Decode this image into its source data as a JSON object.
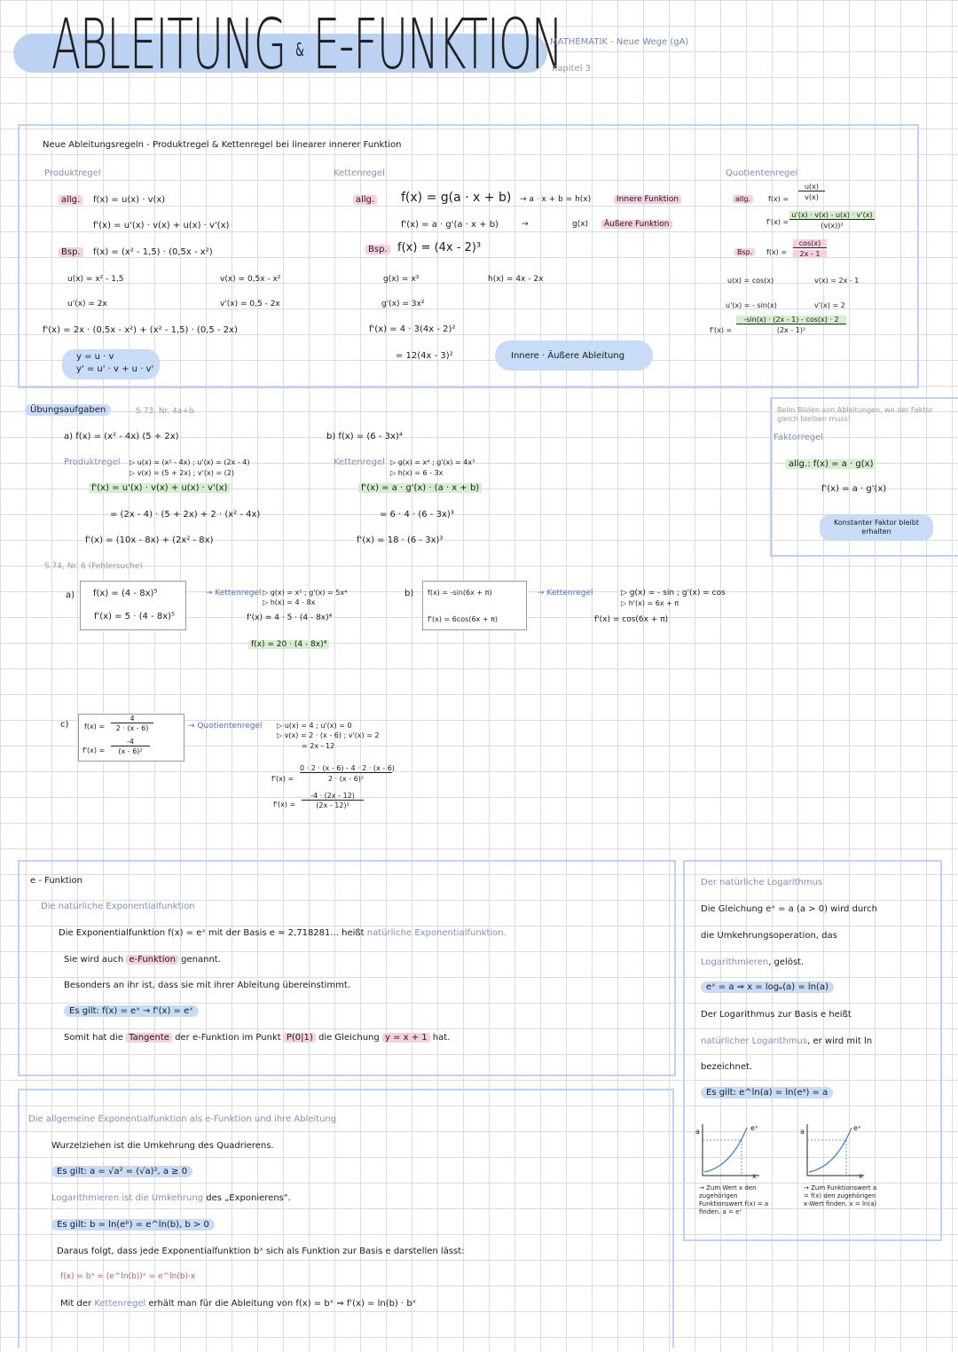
{
  "header": {
    "title": "ABLEITUNG",
    "ampersand": "&",
    "title2": "E-FUNKTION",
    "subject": "MATHEMATIK - Neue Wege (gA)",
    "chapter": "Kapitel 3"
  },
  "rules": {
    "heading": "Neue Ableitungsregeln - Produktregel & Kettenregel bei linearer innerer Funktion",
    "produkt": {
      "label": "Produktregel",
      "allg": "allg.",
      "f": "f(x) = u(x) · v(x)",
      "fp": "f'(x) = u'(x) · v(x) + u(x) · v'(x)",
      "bsp": "Bsp.",
      "bsp_f": "f(x) = (x² - 1,5) · (0,5x - x²)",
      "u": "u(x) = x² - 1,5",
      "v": "v(x) = 0,5x - x²",
      "up": "u'(x) = 2x",
      "vp": "v'(x) = 0,5 - 2x",
      "result": "f'(x) = 2x · (0,5x - x²) + (x² - 1,5) · (0,5 - 2x)",
      "formula1": "y = u · v",
      "formula2": "y' = u' · v + u · v'"
    },
    "kette": {
      "label": "Kettenregel",
      "allg": "allg.",
      "f": "f(x) = g(a · x + b)",
      "arrow1": "→ a · x + b = h(x)",
      "inner": "Innere Funktion",
      "fp": "f'(x) = a · g'(a · x + b)",
      "arrow2": "→",
      "gx": "g(x)",
      "outer": "Äußere Funktion",
      "bsp": "Bsp.",
      "bsp_f": "f(x) = (4x - 2)³",
      "g": "g(x) = x³",
      "h": "h(x) = 4x - 2x",
      "gp": "g'(x) = 3x²",
      "fp1": "f'(x) = 4 · 3(4x - 2)²",
      "fp2": "= 12(4x - 3)²",
      "tag": "Innere · Äußere Ableitung"
    },
    "quotient": {
      "label": "Quotientenregel",
      "allg": "allg.",
      "f_num": "u(x)",
      "f_den": "v(x)",
      "fp_num": "u'(x) · v(x) - u(x) · v'(x)",
      "fp_den": "(v(x))²",
      "bsp": "Bsp.",
      "bsp_num": "cos(x)",
      "bsp_den": "2x - 1",
      "u": "u(x) = cos(x)",
      "v": "v(x) = 2x - 1",
      "up": "u'(x) = - sin(x)",
      "vp": "v'(x) = 2",
      "r_num": "-sin(x) · (2x - 1) - cos(x) · 2",
      "r_den": "(2x - 1)²",
      "f_lhs": "f(x) =",
      "fp_lhs": "f'(x) =",
      "r_lhs": "f'(x) ="
    }
  },
  "uebung": {
    "heading": "Übungsaufgaben",
    "ref": "S.73, Nr. 4a+b",
    "a_f": "a) f(x) = (x² - 4x) (5 + 2x)",
    "a_rule": "Produktregel",
    "a_u": "▷ u(x) = (x² - 4x) ; u'(x) = (2x - 4)",
    "a_v": "▷ v(x) = (5 + 2x) ; v'(x) = (2)",
    "a_1": "f'(x) = u'(x) · v(x) + u(x) · v'(x)",
    "a_2": "= (2x - 4) · (5 + 2x) + 2 · (x² - 4x)",
    "a_3": "f'(x) = (10x - 8x) + (2x² - 8x)",
    "b_f": "b) f(x) = (6 - 3x)⁴",
    "b_rule": "Kettenregel",
    "b_g": "▷ g(x) = x⁴ ; g'(x) = 4x³",
    "b_h": "▷ h(x) = 6 - 3x",
    "b_1": "f'(x) = a · g'(x) · (a · x + b)",
    "b_2": "= 6 · 4 · (6 - 3x)³",
    "b_3": "f'(x) = 18 · (6 - 3x)³"
  },
  "fehler": {
    "ref": "S.74, Nr. 6 (Fehlersuche)",
    "a": "a)",
    "a_f": "f(x) = (4 - 8x)⁵",
    "a_fp": "f'(x) = 5 · (4 - 8x)⁵",
    "a_rule": "→ Kettenregel",
    "a_g": "▷ g(x) = x⁵ ; g'(x) = 5x⁴",
    "a_h": "▷ h(x) = 4 - 8x",
    "a_1": "f'(x) = 4 · 5 · (4 - 8x)⁴",
    "a_2": "f(x) = 20 · (4 - 8x)⁴",
    "b": "b)",
    "b_f": "f(x) = -sin(6x + π)",
    "b_fp": "f'(x) = 6cos(6x + π)",
    "b_rule": "→ Kettenregel",
    "b_g": "▷ g(x) = - sin ; g'(x) = cos",
    "b_h": "▷ h'(x) = 6x + π",
    "b_1": "f'(x) = cos(6x + π)",
    "c": "c)",
    "c_lhs": "f(x) =",
    "c_num": "4",
    "c_den": "2 · (x - 6)",
    "c_fp_lhs": "f'(x) =",
    "c_fp_num": "-4",
    "c_fp_den": "(x - 6)²",
    "c_rule": "→ Quotientenregel",
    "c_u": "▷ u(x) = 4 ; u'(x) = 0",
    "c_v": "▷ v(x) = 2 · (x - 6) ; v'(x) = 2",
    "c_v2": "= 2x - 12",
    "c_1_lhs": "f'(x) =",
    "c_1_num": "0 · 2 · (x - 6) - 4 · 2 · (x - 6)",
    "c_1_den": "2 · (x - 6)²",
    "c_2_lhs": "f'(x) =",
    "c_2_num": "-4 · (2x - 12)",
    "c_2_den": "(2x - 12)²"
  },
  "faktor": {
    "note": "Beim Bilden von Ableitungen, wo der Faktor gleich bleiben muss!",
    "label": "Faktorregel",
    "allg": "allg.: f(x) = a · g(x)",
    "fp": "f'(x) = a · g'(x)",
    "tag": "Konstanter Faktor bleibt erhalten"
  },
  "efunk": {
    "heading": "e - Funktion",
    "sub": "Die natürliche Exponentialfunktion",
    "l1a": "Die Exponentialfunktion f(x) = eˣ mit der Basis e ≈ 2,718281... heißt",
    "l1b": "natürliche Exponentialfunktion.",
    "l2a": "Sie wird auch",
    "l2b": "e-Funktion",
    "l2c": "genannt.",
    "l3": "Besonders an ihr ist, dass sie mit ihrer Ableitung übereinstimmt.",
    "l4": "Es gilt: f(x) = eˣ → f'(x) = eˣ",
    "l5a": "Somit hat die",
    "l5b": "Tangente",
    "l5c": "der e-Funktion im Punkt",
    "l5d": "P(0|1)",
    "l5e": "die Gleichung",
    "l5f": "y = x + 1",
    "l5g": "hat."
  },
  "ln": {
    "heading": "Der natürliche Logarithmus",
    "l1": "Die Gleichung eˣ = a (a > 0) wird durch",
    "l2": "die Umkehrungsoperation, das",
    "l3a": "Logarithmieren",
    "l3b": ", gelöst.",
    "l4": "eˣ = a ⇒ x = logₑ(a) = ln(a)",
    "l5": "Der Logarithmus zur Basis e heißt",
    "l6a": "natürlicher Logarithmus",
    "l6b": ", er wird mit ln",
    "l7": "bezeichnet.",
    "l8": "Es gilt: e^ln(a) = ln(eᵃ) = a",
    "g_a": "a",
    "g_x": "x",
    "g_ex": "eˣ",
    "g1": "→ Zum Wert x den zugehörigen Funktionswert f(x) = a finden. a = eˣ",
    "g2": "→ Zum Funktionswert a = f(x) den zugehörigen x-Wert finden. x = ln(a)"
  },
  "allg": {
    "heading": "Die allgemeine Exponentialfunktion als e-Funktion und ihre Ableitung",
    "l1": "Wurzelziehen ist die Umkehrung des Quadrierens.",
    "l2": "Es gilt: a = √a² = (√a)², a ≥ 0",
    "l3a": "Logarithmieren ist die Umkehrung",
    "l3b": "des „Exponierens\".",
    "l4": "Es gilt: b = ln(eᵇ) = e^ln(b), b > 0",
    "l5": "Daraus folgt, dass jede Exponentialfunktion bˣ sich als Funktion zur Basis e darstellen lässt:",
    "l6": "f(x) = bˣ = (e^ln(b))ˣ = e^ln(b)·x",
    "l7a": "Mit der",
    "l7b": "Kettenregel",
    "l7c": "erhält man für die Ableitung von f(x) = bˣ ⇒ f'(x) = ln(b) · bˣ"
  }
}
